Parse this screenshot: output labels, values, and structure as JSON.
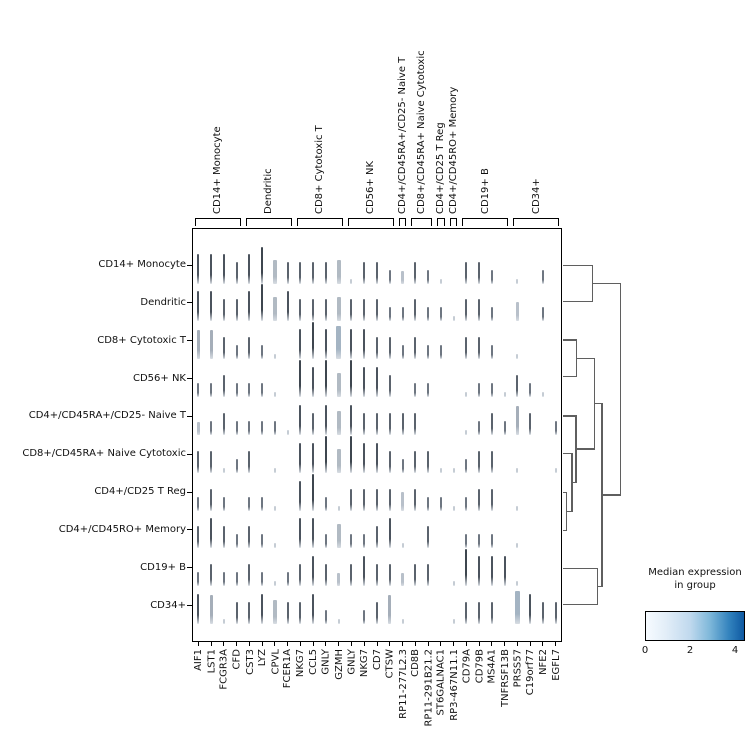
{
  "chart_data": {
    "type": "heatmap",
    "plot_style": "stacked_violin_matrix_with_dendrogram",
    "title": "",
    "colorbar_label": "Median expression in group",
    "colorbar_range": [
      0,
      4.5
    ],
    "rows": [
      "CD14+ Monocyte",
      "Dendritic",
      "CD8+ Cytotoxic T",
      "CD56+ NK",
      "CD4+/CD45RA+/CD25- Naive T",
      "CD8+/CD45RA+ Naive Cytotoxic",
      "CD4+/CD25 T Reg",
      "CD4+/CD45RO+ Memory",
      "CD19+ B",
      "CD34+"
    ],
    "columns": [
      "AIF1",
      "LST1",
      "FCGR3A",
      "CFD",
      "CST3",
      "LYZ",
      "CPVL",
      "FCER1A",
      "NKG7",
      "CCL5",
      "GNLY",
      "GZMH",
      "GNLY",
      "NKG7",
      "CD7",
      "CTSW",
      "RP11-277L2.3",
      "CD8B",
      "RP11-291B21.2",
      "ST6GALNAC1",
      "RP3-467N11.1",
      "CD79A",
      "CD79B",
      "MS4A1",
      "TNFRSF13B",
      "PRSS57",
      "C19orf77",
      "NFE2",
      "EGFL7"
    ],
    "column_groups": [
      {
        "label": "CD14+ Monocyte",
        "start": 0,
        "end": 3
      },
      {
        "label": "Dendritic",
        "start": 4,
        "end": 7
      },
      {
        "label": "CD8+ Cytotoxic T",
        "start": 8,
        "end": 11
      },
      {
        "label": "CD56+ NK",
        "start": 12,
        "end": 15
      },
      {
        "label": "CD4+/CD45RA+/CD25- Naive T",
        "start": 16,
        "end": 16
      },
      {
        "label": "CD8+/CD45RA+ Naive Cytotoxic",
        "start": 17,
        "end": 18
      },
      {
        "label": "CD4+/CD25 T Reg",
        "start": 19,
        "end": 19
      },
      {
        "label": "CD4+/CD45RO+ Memory",
        "start": 20,
        "end": 20
      },
      {
        "label": "CD19+ B",
        "start": 21,
        "end": 24
      },
      {
        "label": "CD34+",
        "start": 25,
        "end": 28
      }
    ],
    "cells": [
      "444345w3333w1332a321.332.1.2.",
      "443345w4333w333223221332.b.2.",
      "cc32321.454W44332322.332.1...",
      "2232221.545w5443.22..1221321.",
      "a2322221434w433333...1232c3.2",
      "33123.1.445w544323311233.1..1",
      "232.221.45213333b3221233.1...",
      "3432321.442w22341.3..222.1...",
      "23223212343a3433a33.154441...",
      "4c1334w33421.23c1...1333.W433"
    ],
    "code_to_value": {
      ".": 0,
      "1": 0.3,
      "2": 1,
      "a": 1,
      "b": 1.5,
      "w": 1.5,
      "3": 2,
      "c": 2.5,
      "W": 2.5,
      "4": 3,
      "5": 4
    },
    "legend_position": "bottom-right",
    "grid": false
  },
  "colorbar": {
    "title_line1": "Median expression",
    "title_line2": "in group",
    "ticks": [
      {
        "label": "0",
        "frac": 0.0
      },
      {
        "label": "2",
        "frac": 0.45
      },
      {
        "label": "4",
        "frac": 0.9
      }
    ],
    "gradient_stops": [
      "#f7fbff 0%",
      "#e3eef8 20%",
      "#c0d9ee 45%",
      "#7fb8da 65%",
      "#3282bd 85%",
      "#0e59a2 100%"
    ]
  },
  "dendrogram": {
    "color": "#5f5f5f",
    "segments": [
      [
        563,
        265.7,
        592.7,
        265.7
      ],
      [
        563,
        301.3,
        592.7,
        301.3
      ],
      [
        592.7,
        265.7,
        592.7,
        301.3
      ],
      [
        592.7,
        283.5,
        620.3,
        283.5
      ],
      [
        563,
        340,
        576.7,
        340
      ],
      [
        563,
        376.7,
        576.7,
        376.7
      ],
      [
        576.7,
        340,
        576.7,
        376.7
      ],
      [
        576.7,
        358.3,
        594.3,
        358.3
      ],
      [
        563,
        416,
        576,
        416
      ],
      [
        563,
        453.3,
        572,
        453.3
      ],
      [
        563,
        492.7,
        566.3,
        492.7
      ],
      [
        563,
        530.7,
        566.3,
        530.7
      ],
      [
        566.3,
        492.7,
        566.3,
        530.7
      ],
      [
        566.3,
        511.7,
        572,
        511.7
      ],
      [
        572,
        453.3,
        572,
        511.7
      ],
      [
        572,
        482.5,
        576,
        482.5
      ],
      [
        576,
        416,
        576,
        482.5
      ],
      [
        576,
        449.2,
        594.3,
        449.2
      ],
      [
        594.3,
        358.3,
        594.3,
        449.2
      ],
      [
        594.3,
        403.7,
        602,
        403.7
      ],
      [
        563,
        568.3,
        597.7,
        568.3
      ],
      [
        563,
        604.3,
        597.7,
        604.3
      ],
      [
        597.7,
        568.3,
        597.7,
        604.3
      ],
      [
        597.7,
        586.3,
        602,
        586.3
      ],
      [
        602,
        403.7,
        602,
        586.3
      ],
      [
        602,
        495,
        620.3,
        495
      ],
      [
        620.3,
        283.5,
        620.3,
        495
      ]
    ]
  },
  "violin_styles": {
    "1": {
      "h": 5,
      "w": 2,
      "color": "#c5ccd4"
    },
    "2": {
      "h": 14,
      "w": 2,
      "color": "#6e7681"
    },
    "3": {
      "h": 22,
      "w": 2,
      "color": "#5b636d"
    },
    "4": {
      "h": 30,
      "w": 2,
      "color": "#4b535d"
    },
    "5": {
      "h": 37,
      "w": 2,
      "color": "#3e464f"
    },
    "a": {
      "h": 13,
      "w": 3,
      "color": "#b8c0ca"
    },
    "b": {
      "h": 19,
      "w": 3,
      "color": "#b8c0ca"
    },
    "c": {
      "h": 29,
      "w": 3,
      "color": "#a5aeb9"
    },
    "w": {
      "h": 24,
      "w": 4,
      "color": "#b1bac3"
    },
    "W": {
      "h": 33,
      "w": 5,
      "color": "#a4b4c3"
    }
  }
}
